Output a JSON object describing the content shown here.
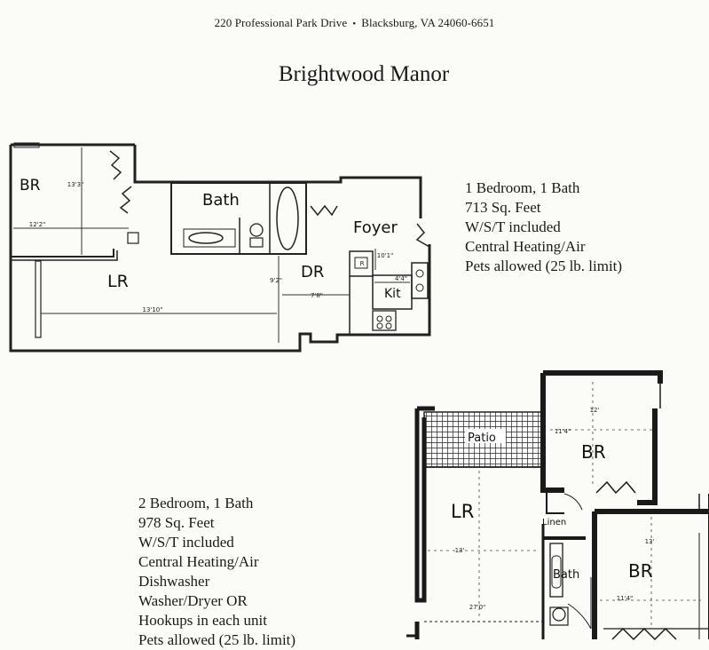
{
  "header": {
    "street": "220 Professional Park Drive",
    "separator": "•",
    "city": "Blacksburg, VA 24060-6651"
  },
  "title": "Brightwood Manor",
  "plan1": {
    "specs": [
      "1 Bedroom, 1 Bath",
      "713 Sq. Feet",
      "W/S/T included",
      "Central Heating/Air",
      "Pets allowed (25 lb. limit)"
    ],
    "rooms": {
      "br": "BR",
      "bath": "Bath",
      "foyer": "Foyer",
      "lr": "LR",
      "dr": "DR",
      "kit": "Kit"
    },
    "dims": {
      "br_height": "13'3\"",
      "br_width": "12'2\"",
      "lr_width": "13'10\"",
      "dr_width": "7'8\"",
      "dr_height": "9'2\"",
      "kit_height": "10'1\"",
      "kit_width": "4'4\"",
      "fridge": "R"
    }
  },
  "plan2": {
    "specs": [
      "2 Bedroom, 1 Bath",
      "978 Sq. Feet",
      "W/S/T included",
      "Central Heating/Air",
      "Dishwasher",
      "Washer/Dryer OR",
      "Hookups in each unit",
      "Pets allowed (25 lb. limit)"
    ],
    "rooms": {
      "patio": "Patio",
      "br_top": "BR",
      "lr": "LR",
      "linen": "Linen",
      "bath": "Bath",
      "br_bottom": "BR"
    },
    "dims": {
      "br_top_w": "11'4\"",
      "br_top_h": "12'",
      "lr_h": "13'",
      "lr_w": "27'0\"",
      "br_bottom_h": "13'",
      "br_bottom_w": "11'4\""
    }
  }
}
